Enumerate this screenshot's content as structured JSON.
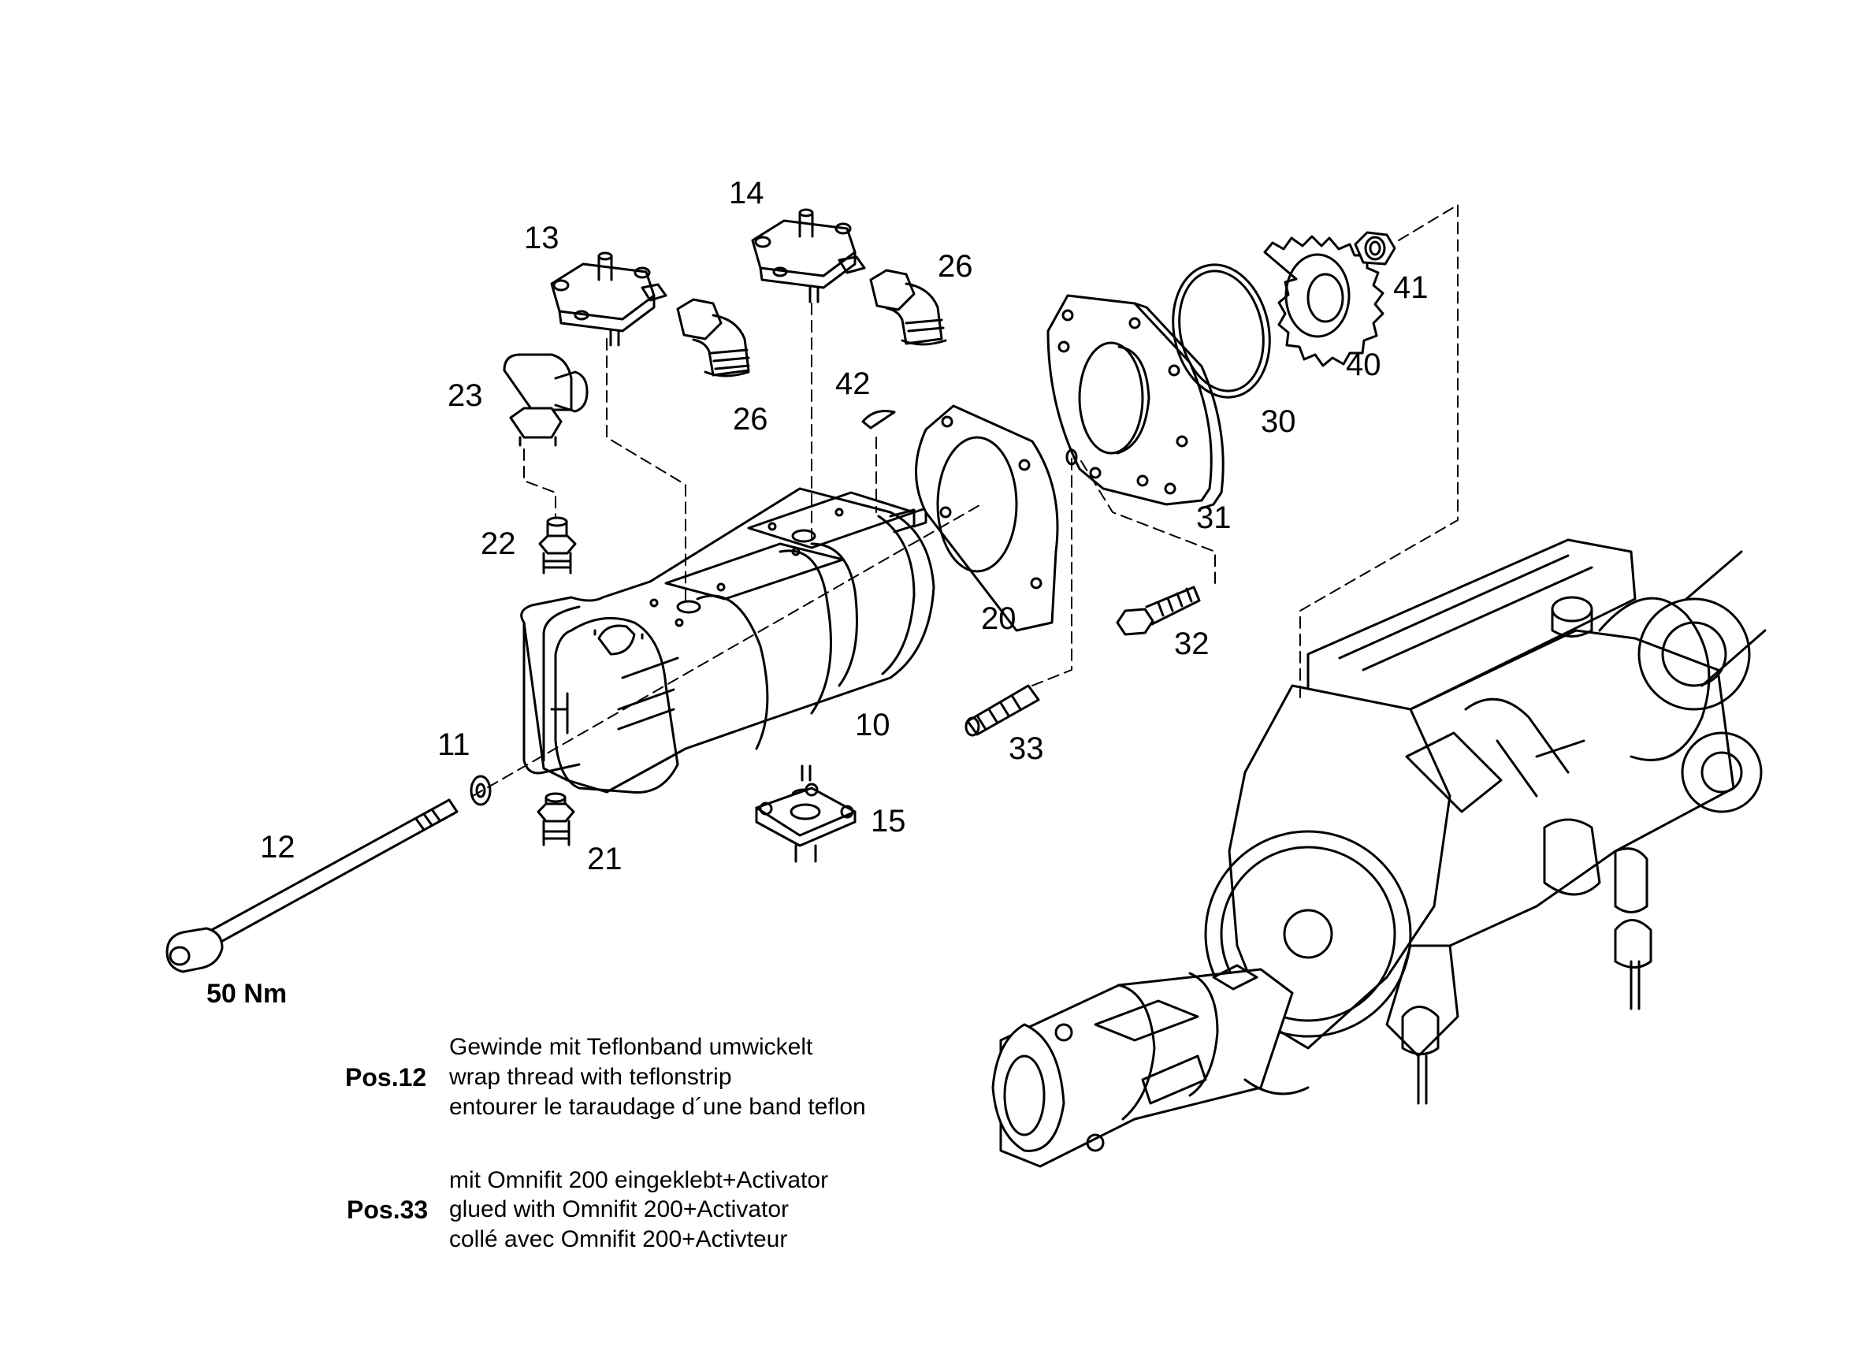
{
  "callouts": {
    "c10": "10",
    "c11": "11",
    "c12": "12",
    "c13": "13",
    "c14": "14",
    "c15": "15",
    "c20": "20",
    "c21": "21",
    "c22": "22",
    "c23": "23",
    "c26a": "26",
    "c26b": "26",
    "c30": "30",
    "c31": "31",
    "c32": "32",
    "c33": "33",
    "c40": "40",
    "c41": "41",
    "c42": "42"
  },
  "torque": "50 Nm",
  "notes": [
    {
      "pos": "Pos.12",
      "lines": [
        "Gewinde mit Teflonband umwickelt",
        "wrap thread with teflonstrip",
        "entourer le taraudage d´une band teflon"
      ]
    },
    {
      "pos": "Pos.33",
      "lines": [
        "mit Omnifit 200 eingeklebt+Activator",
        "glued with Omnifit 200+Activator",
        "collé avec Omnifit 200+Activteur"
      ]
    }
  ]
}
